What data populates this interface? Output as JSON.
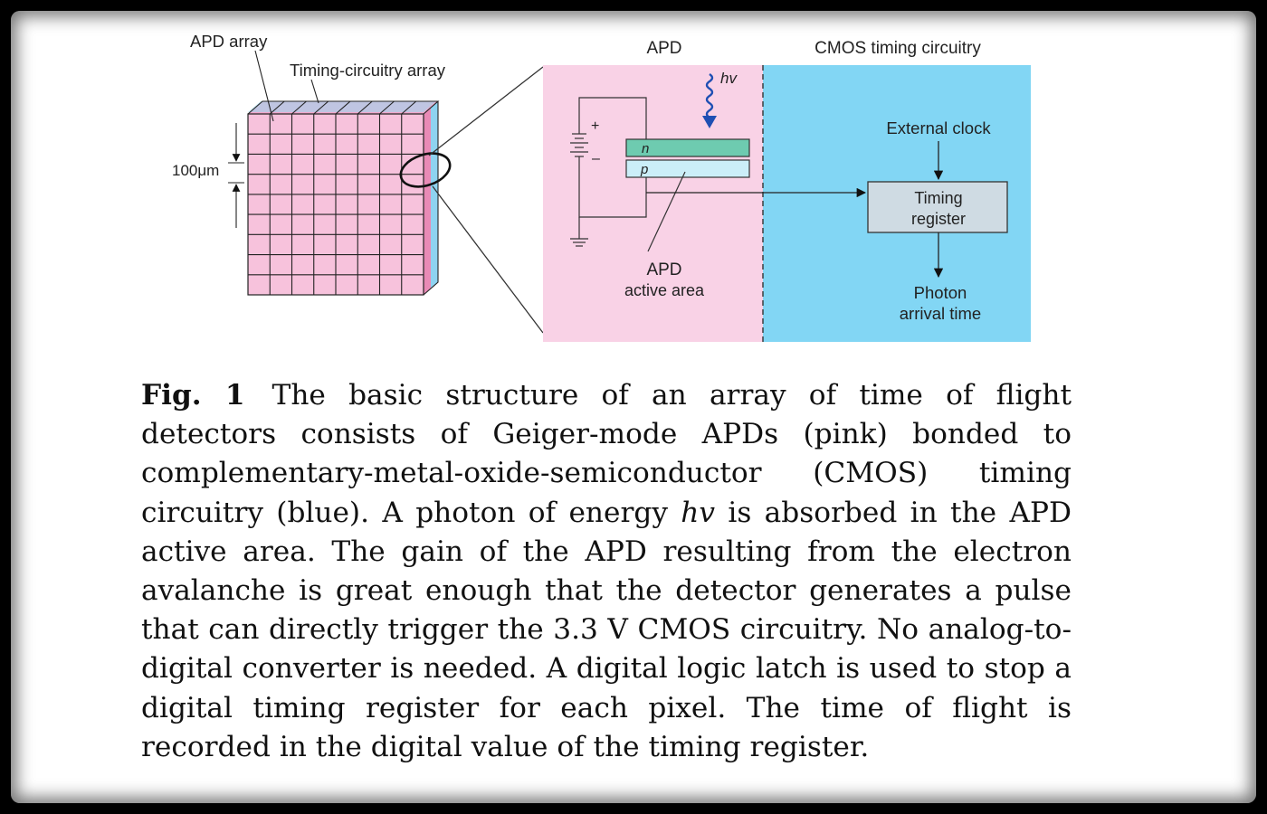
{
  "figure": {
    "labels": {
      "apd_array": "APD array",
      "timing_array": "Timing-circuitry array",
      "dimension": "100μm",
      "apd_header": "APD",
      "cmos_header": "CMOS timing circuitry",
      "hv": "hv",
      "plus": "+",
      "minus": "–",
      "n_layer": "n",
      "p_layer": "p",
      "apd_active_line1": "APD",
      "apd_active_line2": "active area",
      "external_clock": "External clock",
      "timing_register_line1": "Timing",
      "timing_register_line2": "register",
      "photon_arrival_line1": "Photon",
      "photon_arrival_line2": "arrival time"
    },
    "colors": {
      "pink": "#f9d2e6",
      "pink_cell": "#f7c2dc",
      "blue": "#82d6f4",
      "n_layer": "#6ecbb0",
      "p_layer": "#cbeef8",
      "register": "#cfdbe3"
    }
  },
  "caption": {
    "label": "Fig. 1",
    "part1": "The basic structure of an array of time of flight detectors consists of Geiger-mode APDs (pink) bonded to complementary-metal-oxide-semiconductor (CMOS) timing circuitry (blue). A photon of energy ",
    "hv": "hv",
    "part2": " is absorbed in the APD active area. The gain of the APD resulting from the electron avalanche is great enough that the detector generates a pulse that can directly trigger the 3.3 V CMOS circuitry. No analog-to-digital converter is needed. A digital logic latch is used to stop a digital timing register for each pixel. The time of flight is recorded in the digital value of the timing register."
  }
}
